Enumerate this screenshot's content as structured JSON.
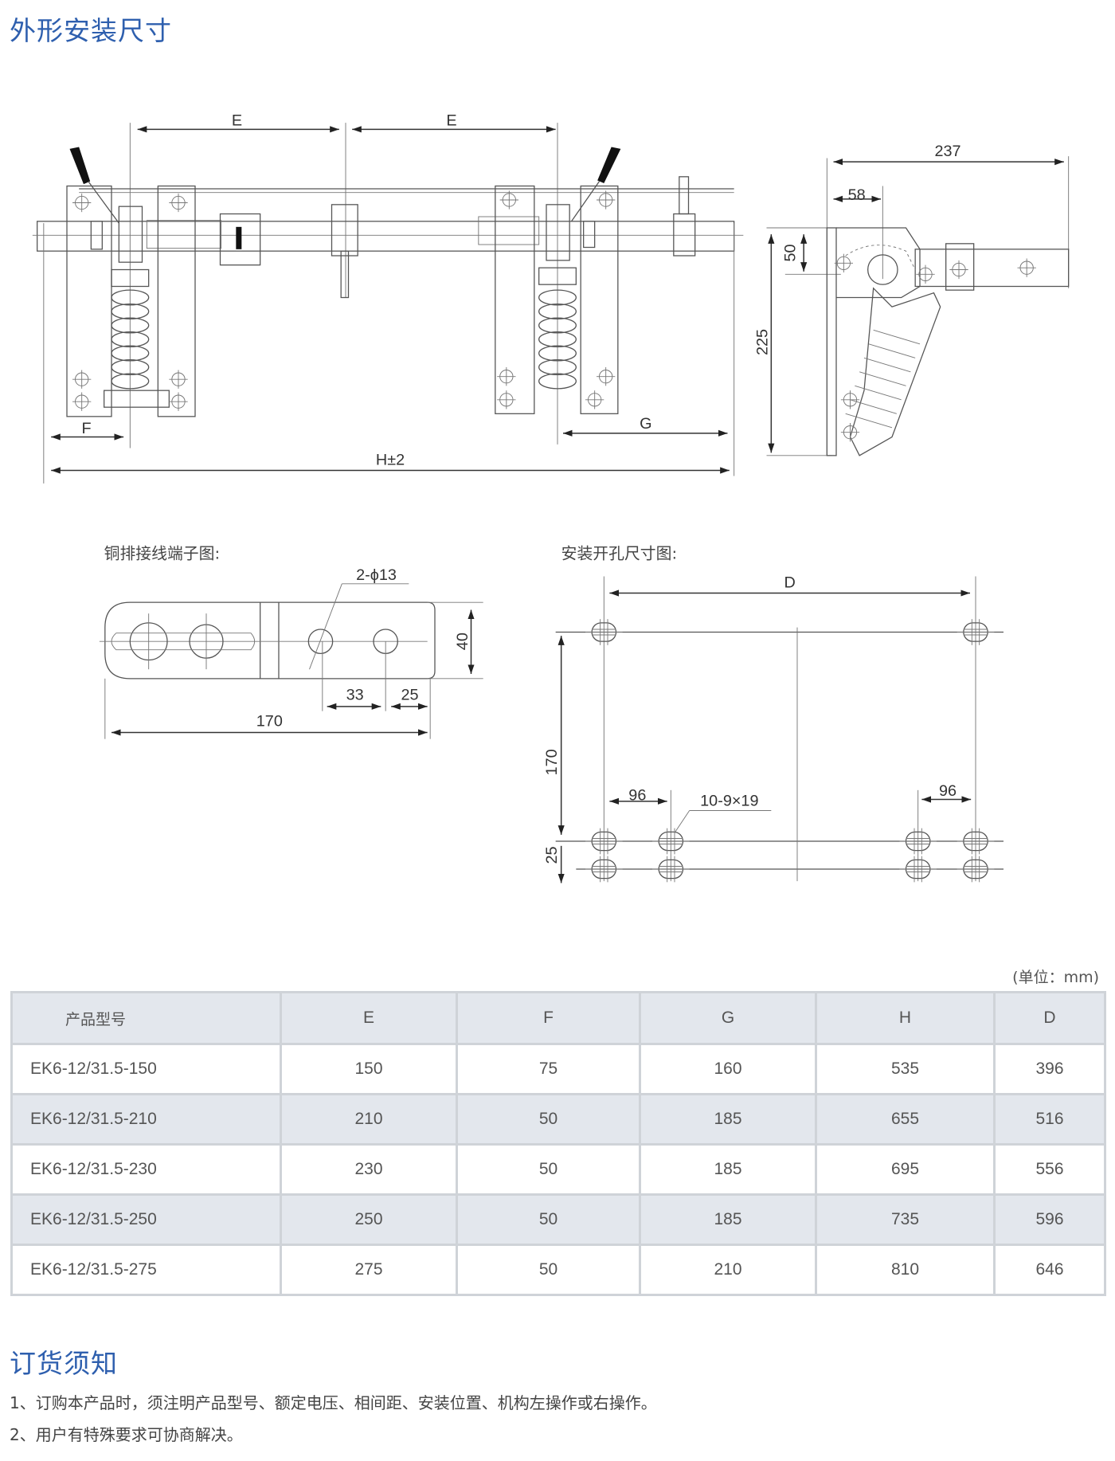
{
  "section1_title": "外形安装尺寸",
  "front_view": {
    "dim_e1": "E",
    "dim_e2": "E",
    "dim_f": "F",
    "dim_g": "G",
    "dim_h": "H±2"
  },
  "side_view": {
    "dim_237": "237",
    "dim_58": "58",
    "dim_50": "50",
    "dim_225": "225"
  },
  "terminal_view": {
    "caption": "铜排接线端子图:",
    "hole_spec": "2-ϕ13",
    "dim_40": "40",
    "dim_33": "33",
    "dim_25": "25",
    "dim_170": "170"
  },
  "mounting_view": {
    "caption": "安装开孔尺寸图:",
    "dim_d": "D",
    "dim_170": "170",
    "dim_25": "25",
    "dim_96_left": "96",
    "dim_96_right": "96",
    "slot_spec": "10-9×19"
  },
  "unit_note": "(单位：mm)",
  "table": {
    "headers": [
      "产品型号",
      "E",
      "F",
      "G",
      "H",
      "D"
    ],
    "rows": [
      [
        "EK6-12/31.5-150",
        "150",
        "75",
        "160",
        "535",
        "396"
      ],
      [
        "EK6-12/31.5-210",
        "210",
        "50",
        "185",
        "655",
        "516"
      ],
      [
        "EK6-12/31.5-230",
        "230",
        "50",
        "185",
        "695",
        "556"
      ],
      [
        "EK6-12/31.5-250",
        "250",
        "50",
        "185",
        "735",
        "596"
      ],
      [
        "EK6-12/31.5-275",
        "275",
        "50",
        "210",
        "810",
        "646"
      ]
    ]
  },
  "section2_title": "订货须知",
  "notes": [
    "1、订购本产品时，须注明产品型号、额定电压、相间距、安装位置、机构左操作或右操作。",
    "2、用户有特殊要求可协商解决。"
  ],
  "colors": {
    "heading": "#2e5fae",
    "table_header_bg": "#e3e7ed",
    "table_border": "#cfd3d8"
  }
}
